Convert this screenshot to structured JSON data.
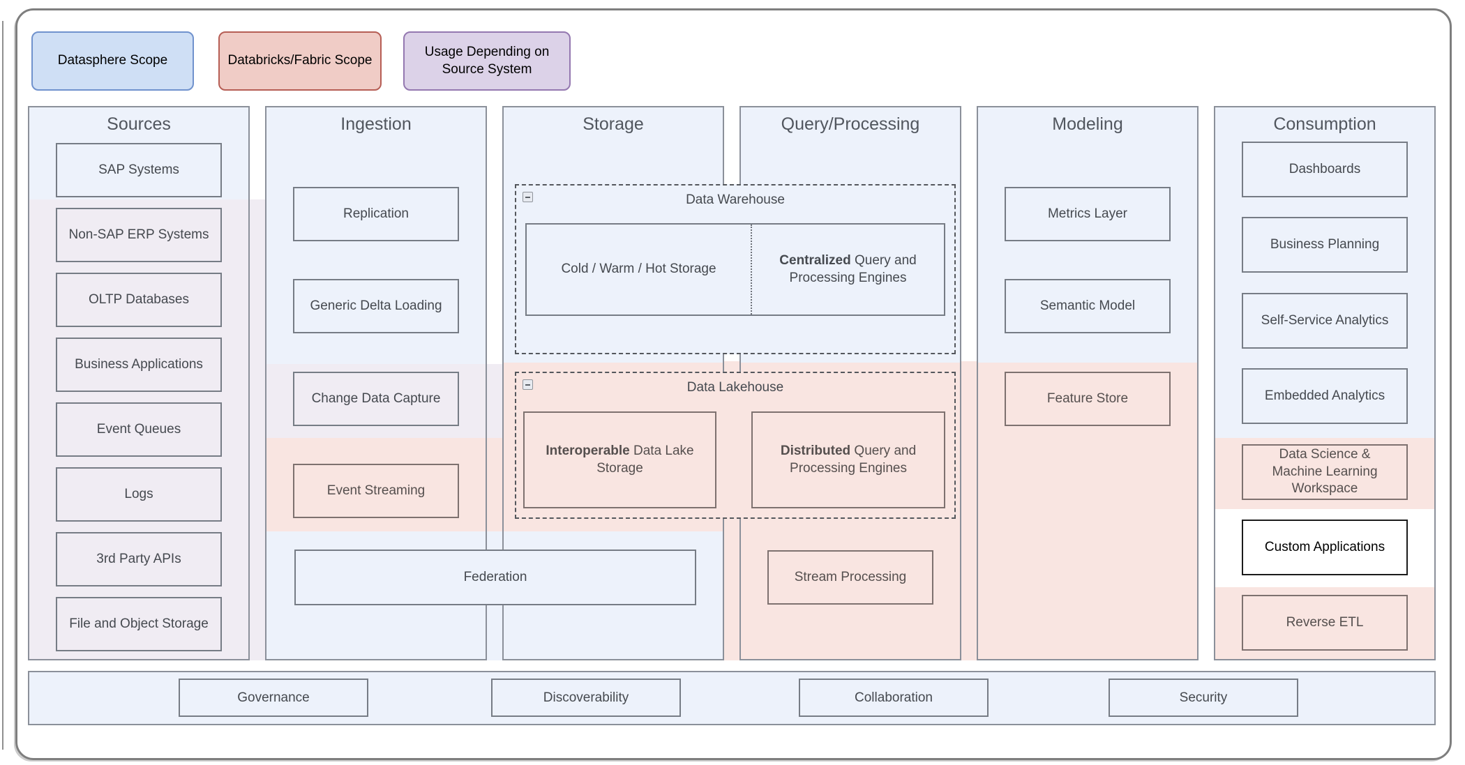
{
  "legend": {
    "items": [
      {
        "label": "Datasphere Scope"
      },
      {
        "label": "Databricks/Fabric Scope"
      },
      {
        "label": "Usage Depending on Source System"
      }
    ]
  },
  "columns": {
    "sources": {
      "title": "Sources",
      "items": [
        "SAP Systems",
        "Non-SAP ERP Systems",
        "OLTP Databases",
        "Business Applications",
        "Event Queues",
        "Logs",
        "3rd Party APIs",
        "File and Object Storage"
      ]
    },
    "ingestion": {
      "title": "Ingestion",
      "items": [
        "Replication",
        "Generic Delta Loading",
        "Change Data Capture",
        "Event Streaming"
      ]
    },
    "storage": {
      "title": "Storage"
    },
    "query_processing": {
      "title": "Query/Processing",
      "items": [
        "Stream Processing"
      ]
    },
    "modeling": {
      "title": "Modeling",
      "items": [
        "Metrics Layer",
        "Semantic Model",
        "Feature Store"
      ]
    },
    "consumption": {
      "title": "Consumption",
      "items": [
        "Dashboards",
        "Business Planning",
        "Self-Service Analytics",
        "Embedded Analytics",
        "Data Science & Machine Learning Workspace",
        "Custom Applications",
        "Reverse ETL"
      ]
    }
  },
  "shared": {
    "federation": "Federation",
    "data_warehouse": {
      "title": "Data Warehouse",
      "storage_cell": "Cold / Warm / Hot Storage",
      "engine_bold": "Centralized",
      "engine_rest": " Query and Processing Engines"
    },
    "data_lakehouse": {
      "title": "Data Lakehouse",
      "storage_bold": "Interoperable",
      "storage_rest": " Data Lake Storage",
      "engine_bold": "Distributed",
      "engine_rest": " Query and Processing Engines"
    }
  },
  "bottom_bar": {
    "items": [
      "Governance",
      "Discoverability",
      "Collaboration",
      "Security"
    ]
  },
  "icons": {
    "collapse": "minus-square-icon"
  },
  "colors": {
    "blue_bg": "#edf2fb",
    "pink_bg": "#f9e5e1",
    "lavender_bg": "#f0ecf3",
    "column_border": "#8b909a",
    "box_border": "#767c85",
    "pink_box_border": "#7e716f",
    "dashed_border": "#54575c",
    "dotted_divider": "#6d7179",
    "text": "#45494f",
    "pink_text": "#554f4e",
    "heading_text": "#51565e",
    "frame_border": "#7e7e7e",
    "black_box_border": "#1b1b1b",
    "legend_blue_fill": "#cfdff5",
    "legend_blue_border": "#7092cd",
    "legend_red_fill": "#f0ccc6",
    "legend_red_border": "#b65e55",
    "legend_purple_fill": "#dcd2e8",
    "legend_purple_border": "#9478b0"
  }
}
